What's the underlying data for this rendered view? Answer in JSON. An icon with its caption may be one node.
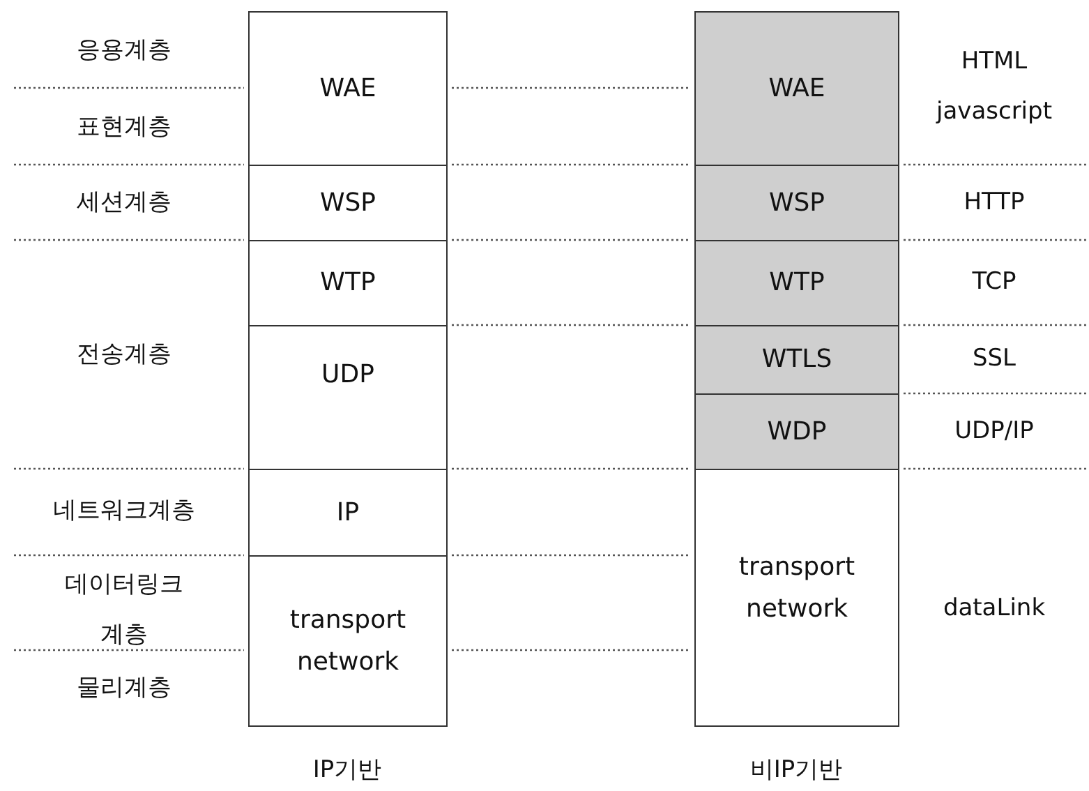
{
  "diagram": {
    "nodes": [
      {
        "text": [
          "WAE"
        ]
      },
      {
        "text": [
          "WSP"
        ]
      },
      {
        "text": [
          "WTP"
        ]
      },
      {
        "text": [
          "UDP"
        ]
      },
      {
        "text": [
          "IP"
        ]
      },
      {
        "text": [
          "transport network"
        ]
      },
      {
        "text": [
          "WAE"
        ]
      },
      {
        "text": [
          "WSP"
        ]
      },
      {
        "text": [
          "WTP"
        ]
      },
      {
        "text": [
          "WTLS"
        ]
      },
      {
        "text": [
          "WDP"
        ]
      },
      {
        "text": [
          "transport network"
        ]
      }
    ],
    "labels": [
      "응용계층",
      "표현계층",
      "세션계층",
      "전송계층",
      "네트워크계층",
      "데이터링크 계층",
      "물리계층",
      "HTML javascript",
      "HTTP",
      "TCP",
      "SSL",
      "UDP/IP",
      "dataLink",
      "IP기반",
      "비IP기반"
    ]
  }
}
